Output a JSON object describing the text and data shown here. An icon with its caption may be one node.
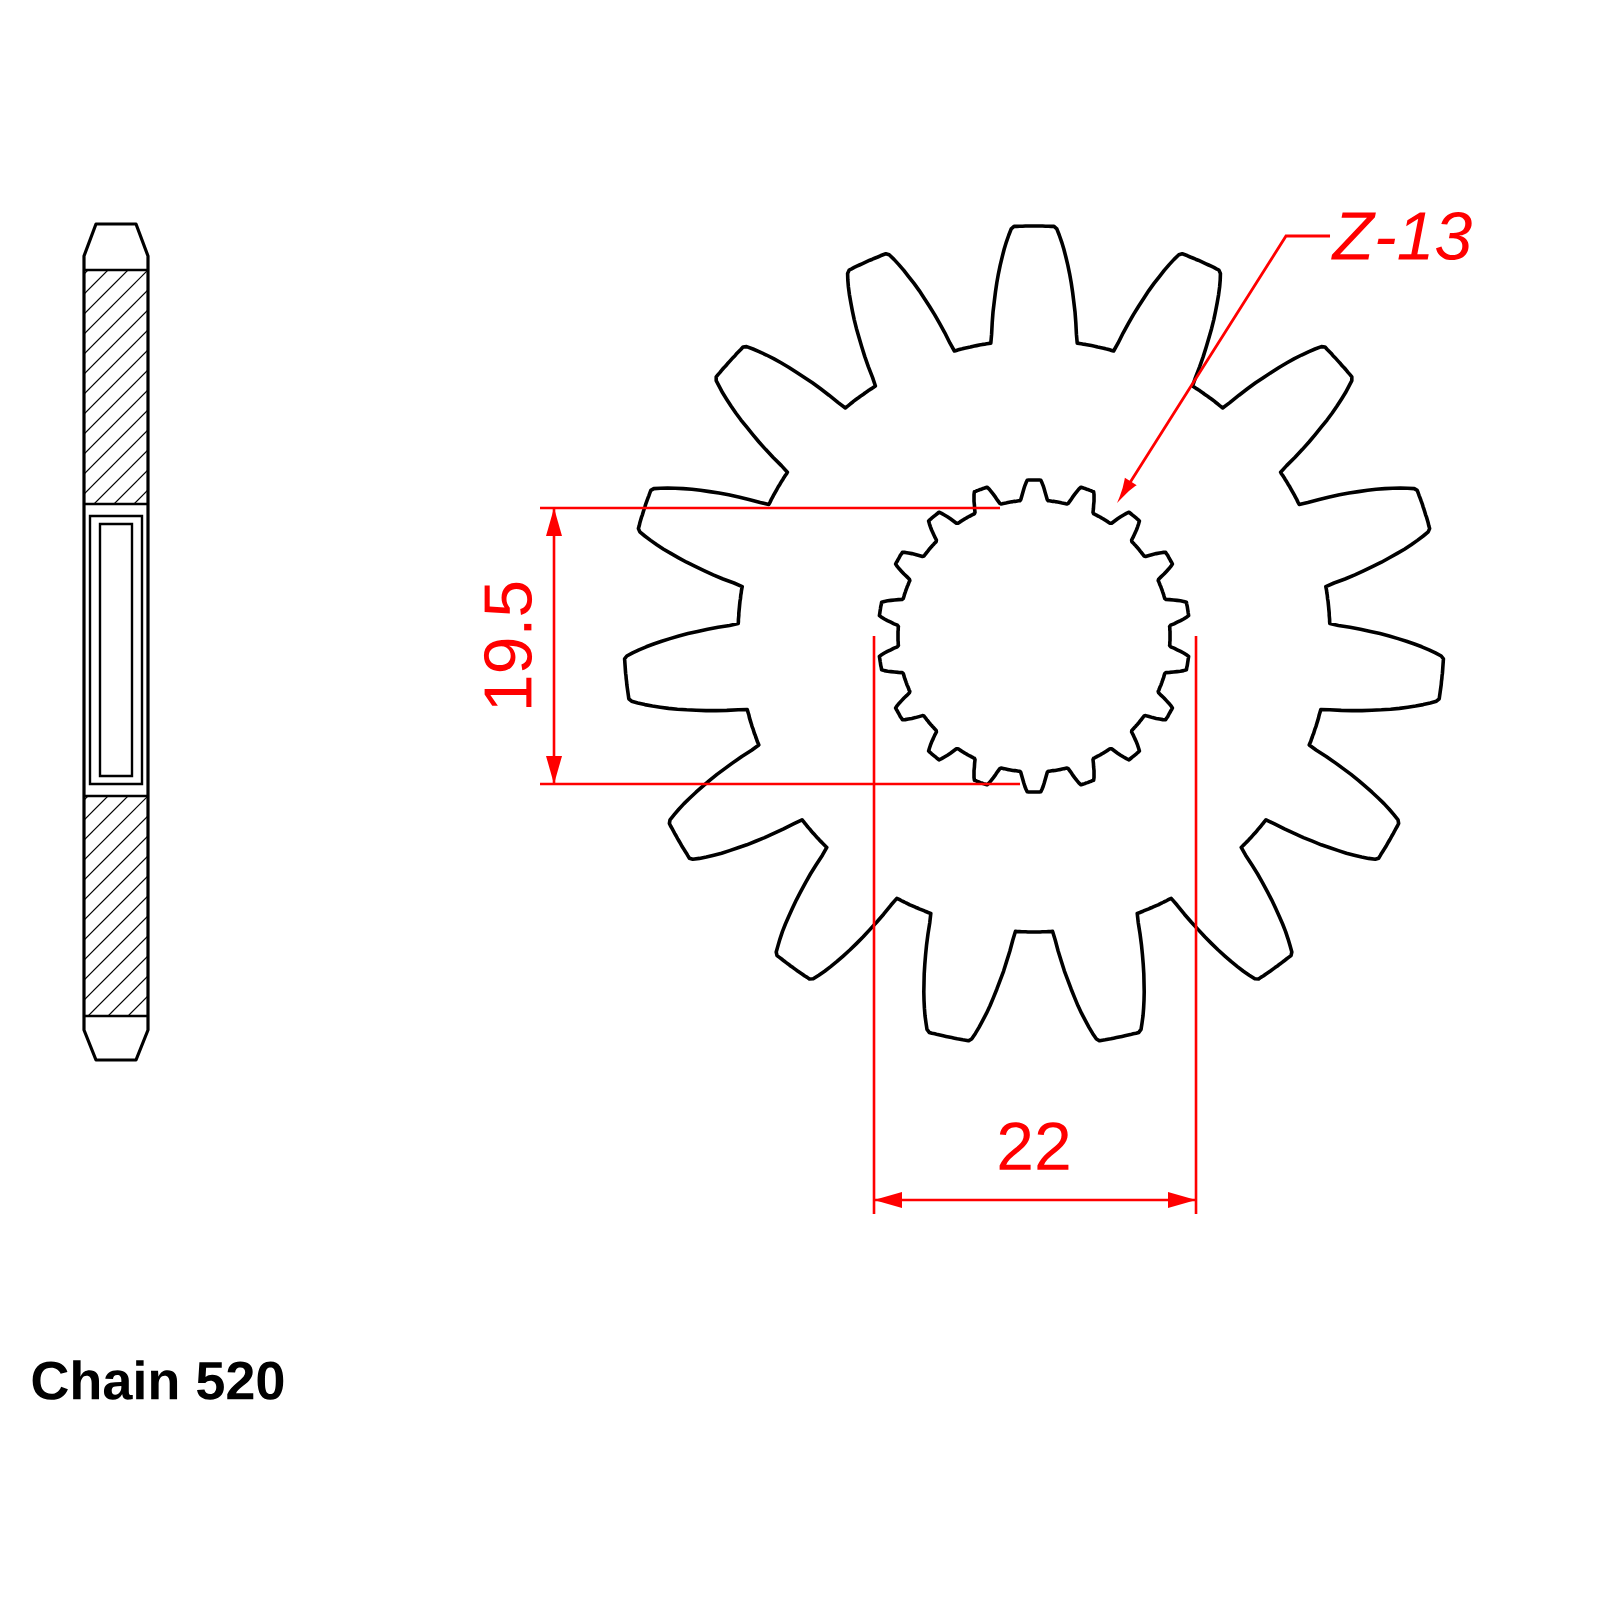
{
  "diagram": {
    "nodes": [
      {
        "text": [
          "Z-13"
        ]
      },
      {
        "text": [],
        "shape": "picture"
      }
    ],
    "edges": [
      {
        "from": 0,
        "to": 1,
        "arrow": "to",
        "color": "#ff0000"
      }
    ],
    "labels": [
      "19.5",
      "22",
      "Chain 520"
    ]
  }
}
